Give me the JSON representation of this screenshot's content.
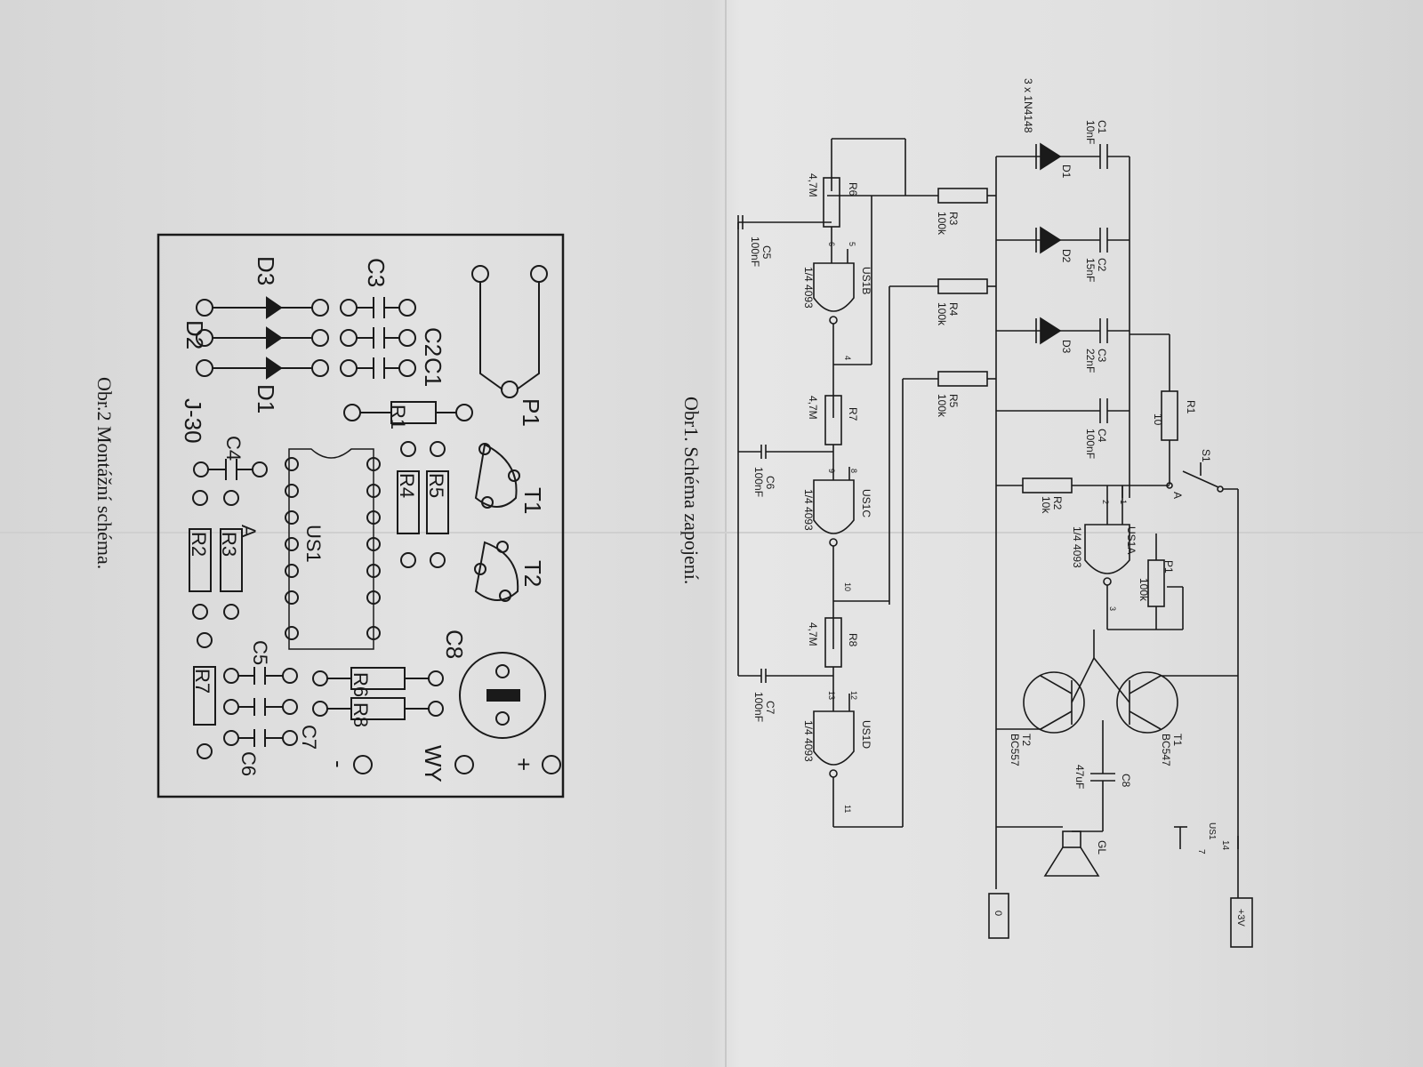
{
  "schematic": {
    "caption": "Obr1. Schéma zapojení.",
    "power_pos": "+3V",
    "power_neg": "0",
    "diodes_note": "3 x 1N4148",
    "capacitors": [
      {
        "ref": "C1",
        "value": "10nF"
      },
      {
        "ref": "C2",
        "value": "15nF"
      },
      {
        "ref": "C3",
        "value": "22nF"
      },
      {
        "ref": "C4",
        "value": "100nF"
      },
      {
        "ref": "C5",
        "value": "100nF"
      },
      {
        "ref": "C6",
        "value": "100nF"
      },
      {
        "ref": "C7",
        "value": "100nF"
      },
      {
        "ref": "C8",
        "value": "47uF"
      }
    ],
    "diodes": [
      "D1",
      "D2",
      "D3"
    ],
    "resistors": [
      {
        "ref": "R1",
        "value": "10"
      },
      {
        "ref": "R2",
        "value": "10k"
      },
      {
        "ref": "R3",
        "value": "100k"
      },
      {
        "ref": "R4",
        "value": "100k"
      },
      {
        "ref": "R5",
        "value": "100k"
      },
      {
        "ref": "R6",
        "value": "4,7M"
      },
      {
        "ref": "R7",
        "value": "4,7M"
      },
      {
        "ref": "R8",
        "value": "4,7M"
      }
    ],
    "pot": {
      "ref": "P1",
      "value": "100k"
    },
    "switch": "S1",
    "node_a": "A",
    "transistors": [
      {
        "ref": "T1",
        "type": "BC547"
      },
      {
        "ref": "T2",
        "type": "BC557"
      }
    ],
    "speaker": "GL",
    "gates": [
      {
        "ref": "US1A",
        "type": "1/4 4093",
        "pins": [
          "1",
          "2",
          "3"
        ]
      },
      {
        "ref": "US1B",
        "type": "1/4 4093",
        "pins": [
          "5",
          "6",
          "4"
        ]
      },
      {
        "ref": "US1C",
        "type": "1/4 4093",
        "pins": [
          "8",
          "9",
          "10"
        ]
      },
      {
        "ref": "US1D",
        "type": "1/4 4093",
        "pins": [
          "12",
          "13",
          "11"
        ]
      }
    ],
    "supply_pins": {
      "ref": "US1",
      "vdd": "14",
      "vss": "7"
    }
  },
  "layout": {
    "caption": "Obr.2 Montážní schéma.",
    "board_id": "J-30",
    "labels": [
      "P1",
      "T1",
      "T2",
      "C8",
      "WY",
      "+",
      "-",
      "C1",
      "C2",
      "C3",
      "D1",
      "D2",
      "D3",
      "R1",
      "R4",
      "R5",
      "US1",
      "C4",
      "A",
      "R3",
      "R2",
      "C5",
      "R6",
      "R8",
      "C7",
      "C6",
      "R7"
    ]
  }
}
